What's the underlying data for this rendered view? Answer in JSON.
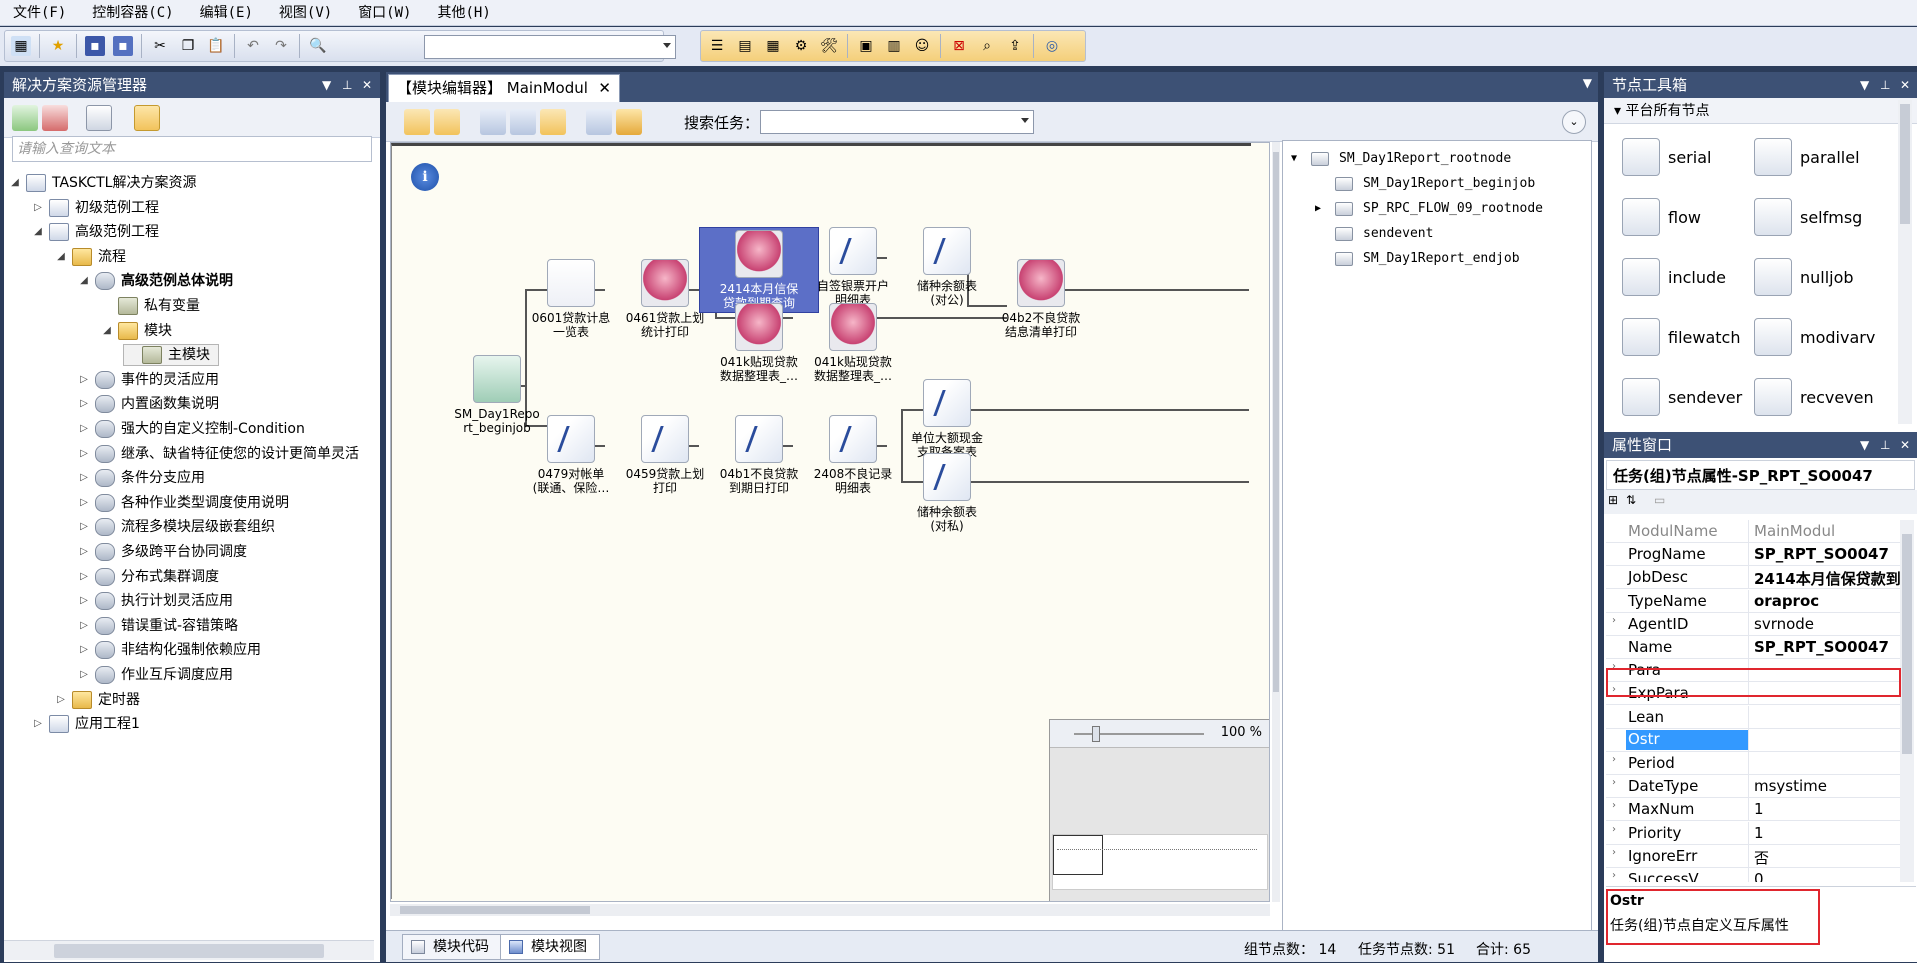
{
  "menu": [
    "文件(F)",
    "控制容器(C)",
    "编辑(E)",
    "视图(V)",
    "窗口(W)",
    "其他(H)"
  ],
  "left_panel": {
    "title": "解决方案资源管理器",
    "search_placeholder": "请输入查询文本",
    "tree": [
      {
        "label": "TASKCTL解决方案资源",
        "level": 0,
        "icon": "project-icon",
        "bold": false
      },
      {
        "label": "初级范例工程",
        "level": 1,
        "icon": "project-icon"
      },
      {
        "label": "高级范例工程",
        "level": 1,
        "icon": "project-icon"
      },
      {
        "label": "流程",
        "level": 2,
        "icon": "folder-icon"
      },
      {
        "label": "高级范例总体说明",
        "level": 3,
        "icon": "flow-icon",
        "bold": true
      },
      {
        "label": "私有变量",
        "level": 4,
        "icon": "variable-icon"
      },
      {
        "label": "模块",
        "level": 4,
        "icon": "folder-icon"
      },
      {
        "label": "主模块",
        "level": 5,
        "icon": "module-icon"
      },
      {
        "label": "事件的灵活应用",
        "level": 3,
        "icon": "flow-icon"
      },
      {
        "label": "内置函数集说明",
        "level": 3,
        "icon": "flow-icon"
      },
      {
        "label": "强大的自定义控制-Condition",
        "level": 3,
        "icon": "flow-icon"
      },
      {
        "label": "继承、缺省特征使您的设计更简单灵活",
        "level": 3,
        "icon": "flow-icon"
      },
      {
        "label": "条件分支应用",
        "level": 3,
        "icon": "flow-icon"
      },
      {
        "label": "各种作业类型调度使用说明",
        "level": 3,
        "icon": "flow-icon"
      },
      {
        "label": "流程多模块层级嵌套组织",
        "level": 3,
        "icon": "flow-icon"
      },
      {
        "label": "多级跨平台协同调度",
        "level": 3,
        "icon": "flow-icon"
      },
      {
        "label": "分布式集群调度",
        "level": 3,
        "icon": "flow-icon"
      },
      {
        "label": "执行计划灵活应用",
        "level": 3,
        "icon": "flow-icon"
      },
      {
        "label": "错误重试-容错策略",
        "level": 3,
        "icon": "flow-icon"
      },
      {
        "label": "非结构化强制依赖应用",
        "level": 3,
        "icon": "flow-icon"
      },
      {
        "label": "作业互斥调度应用",
        "level": 3,
        "icon": "flow-icon"
      },
      {
        "label": "定时器",
        "level": 2,
        "icon": "folder-icon"
      },
      {
        "label": "应用工程1",
        "level": 1,
        "icon": "project-icon"
      }
    ]
  },
  "editor": {
    "tab_label": "【模块编辑器】 MainModul",
    "search_label": "搜索任务：",
    "zoom": "100 %",
    "nodes": [
      {
        "id": "n0",
        "label": "SM_Day1Repo\nrt_beginjob",
        "kind": "begin"
      },
      {
        "id": "n1",
        "label": "0601贷款计息\n一览表",
        "kind": "doc"
      },
      {
        "id": "n2",
        "label": "0461贷款上划\n统计打印",
        "kind": "db"
      },
      {
        "id": "n3",
        "label": "2414本月信保\n贷款到期查询",
        "kind": "db",
        "selected": true
      },
      {
        "id": "n4",
        "label": "自签银票开户\n明细表",
        "kind": "pen"
      },
      {
        "id": "n5",
        "label": "储种余额表\n(对公)",
        "kind": "pen"
      },
      {
        "id": "n6",
        "label": "04b2不良贷款\n结息清单打印",
        "kind": "db"
      },
      {
        "id": "n7",
        "label": "041k贴现贷款\n数据整理表_…",
        "kind": "db"
      },
      {
        "id": "n8",
        "label": "041k贴现贷款\n数据整理表_…",
        "kind": "db"
      },
      {
        "id": "n9",
        "label": "0479对帐单\n(联通、保险…",
        "kind": "pen"
      },
      {
        "id": "n10",
        "label": "0459贷款上划\n打印",
        "kind": "pen"
      },
      {
        "id": "n11",
        "label": "04b1不良贷款\n到期日打印",
        "kind": "pen"
      },
      {
        "id": "n12",
        "label": "2408不良记录\n明细表",
        "kind": "pen"
      },
      {
        "id": "n13",
        "label": "单位大额现金\n支取备案表",
        "kind": "pen"
      },
      {
        "id": "n14",
        "label": "储种余额表\n(对私)",
        "kind": "pen"
      }
    ],
    "outline": [
      {
        "label": "SM_Day1Report_rootnode",
        "indent": 0,
        "expand": "▼"
      },
      {
        "label": "SM_Day1Report_beginjob",
        "indent": 1,
        "expand": ""
      },
      {
        "label": "SP_RPC_FLOW_09_rootnode",
        "indent": 1,
        "expand": "▶"
      },
      {
        "label": "sendevent",
        "indent": 1,
        "expand": ""
      },
      {
        "label": "SM_Day1Report_endjob",
        "indent": 1,
        "expand": ""
      }
    ],
    "bottom_tabs": [
      "模块代码",
      "模块视图"
    ],
    "status": {
      "group_count": "组节点数： 14",
      "task_count": "任务节点数: 51",
      "total": "合计: 65"
    }
  },
  "toolbox": {
    "title": "节点工具箱",
    "group": "平台所有节点",
    "items": [
      "serial",
      "parallel",
      "flow",
      "selfmsg",
      "include",
      "nulljob",
      "filewatch",
      "modivarv",
      "sendever",
      "recveven"
    ]
  },
  "properties": {
    "title": "属性窗口",
    "header": "任务(组)节点属性-SP_RPT_SO0047",
    "rows": [
      {
        "k": "ModulName",
        "v": "MainModul",
        "grey": true
      },
      {
        "k": "ProgName",
        "v": "SP_RPT_SO0047",
        "bold": true
      },
      {
        "k": "JobDesc",
        "v": "2414本月信保贷款到",
        "bold": true
      },
      {
        "k": "TypeName",
        "v": "oraproc",
        "bold": true
      },
      {
        "k": "AgentID",
        "v": "svrnode",
        "ex": "›"
      },
      {
        "k": "Name",
        "v": "SP_RPT_SO0047",
        "bold": true
      },
      {
        "k": "Para",
        "v": "",
        "ex": "›"
      },
      {
        "k": "ExpPara",
        "v": "",
        "ex": "›"
      },
      {
        "k": "Lean",
        "v": ""
      },
      {
        "k": "Ostr",
        "v": "",
        "selected": true
      },
      {
        "k": "Period",
        "v": "",
        "ex": "›"
      },
      {
        "k": "DateType",
        "v": "msystime",
        "ex": "›"
      },
      {
        "k": "MaxNum",
        "v": "1",
        "ex": "›"
      },
      {
        "k": "Priority",
        "v": "1",
        "ex": "›"
      },
      {
        "k": "IgnoreErr",
        "v": "否",
        "ex": "›"
      },
      {
        "k": "SuccessV",
        "v": "0",
        "ex": "›"
      }
    ],
    "desc_title": "Ostr",
    "desc_text": "任务(组)节点自定义互斥属性"
  }
}
